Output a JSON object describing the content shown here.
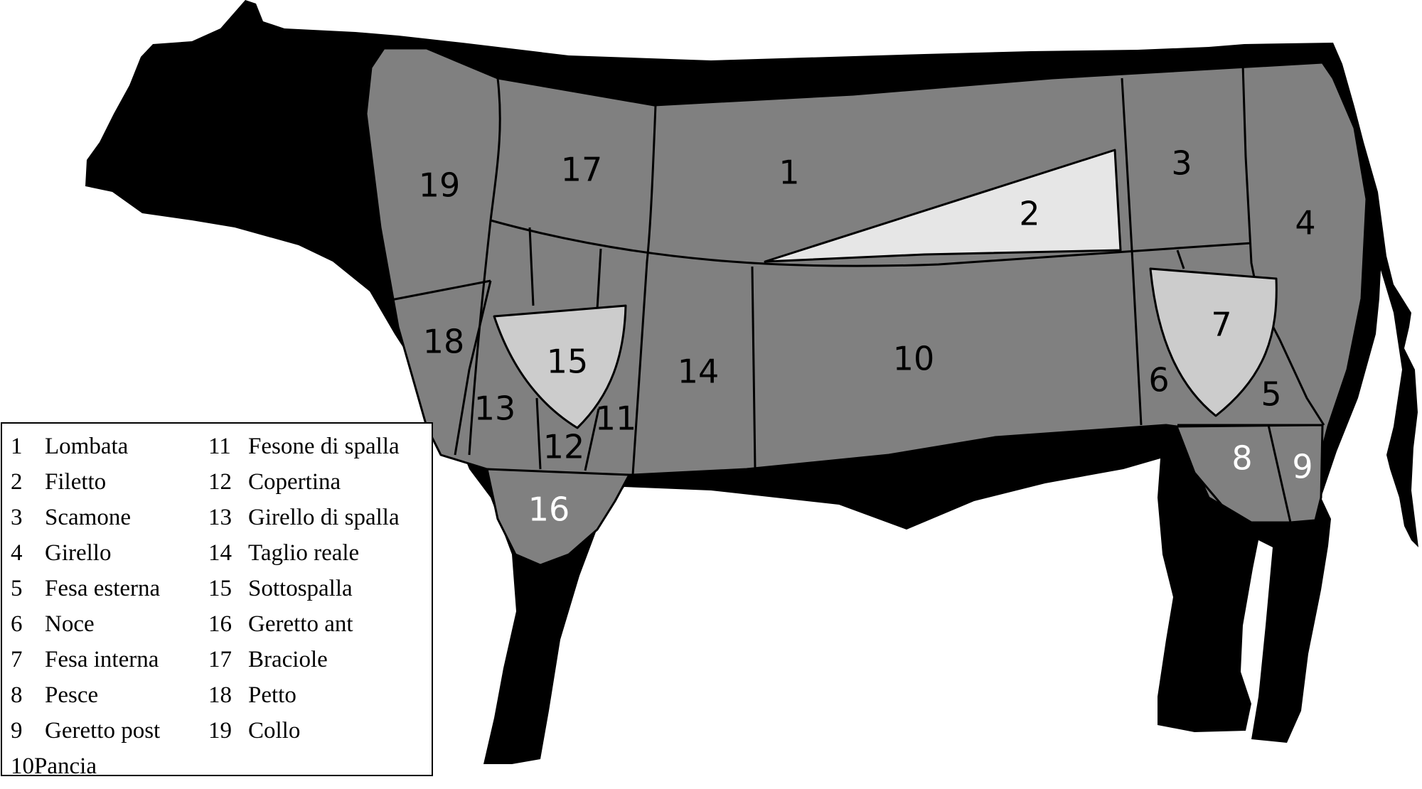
{
  "colors": {
    "silhouette": "#000000",
    "cut_dark": "#808080",
    "cut_light": "#cccccc",
    "cut_lightest": "#e6e6e6",
    "label_dark": "#000000",
    "label_light": "#ffffff"
  },
  "diagram": {
    "labels": [
      "1",
      "2",
      "3",
      "4",
      "5",
      "6",
      "7",
      "8",
      "9",
      "10",
      "11",
      "12",
      "13",
      "14",
      "15",
      "16",
      "17",
      "18",
      "19"
    ]
  },
  "legend": {
    "left": [
      {
        "num": "1",
        "name": "Lombata"
      },
      {
        "num": "2",
        "name": "Filetto"
      },
      {
        "num": "3",
        "name": "Scamone"
      },
      {
        "num": "4",
        "name": "Girello"
      },
      {
        "num": "5",
        "name": "Fesa esterna"
      },
      {
        "num": "6",
        "name": "Noce"
      },
      {
        "num": "7",
        "name": "Fesa interna"
      },
      {
        "num": "8",
        "name": "Pesce"
      },
      {
        "num": "9",
        "name": "Geretto post"
      },
      {
        "num": "10",
        "name": "Pancia"
      }
    ],
    "right": [
      {
        "num": "11",
        "name": "Fesone di spalla"
      },
      {
        "num": "12",
        "name": "Copertina"
      },
      {
        "num": "13",
        "name": "Girello di spalla"
      },
      {
        "num": "14",
        "name": "Taglio reale"
      },
      {
        "num": "15",
        "name": "Sottospalla"
      },
      {
        "num": "16",
        "name": "Geretto ant"
      },
      {
        "num": "17",
        "name": "Braciole"
      },
      {
        "num": "18",
        "name": "Petto"
      },
      {
        "num": "19",
        "name": "Collo"
      }
    ]
  }
}
